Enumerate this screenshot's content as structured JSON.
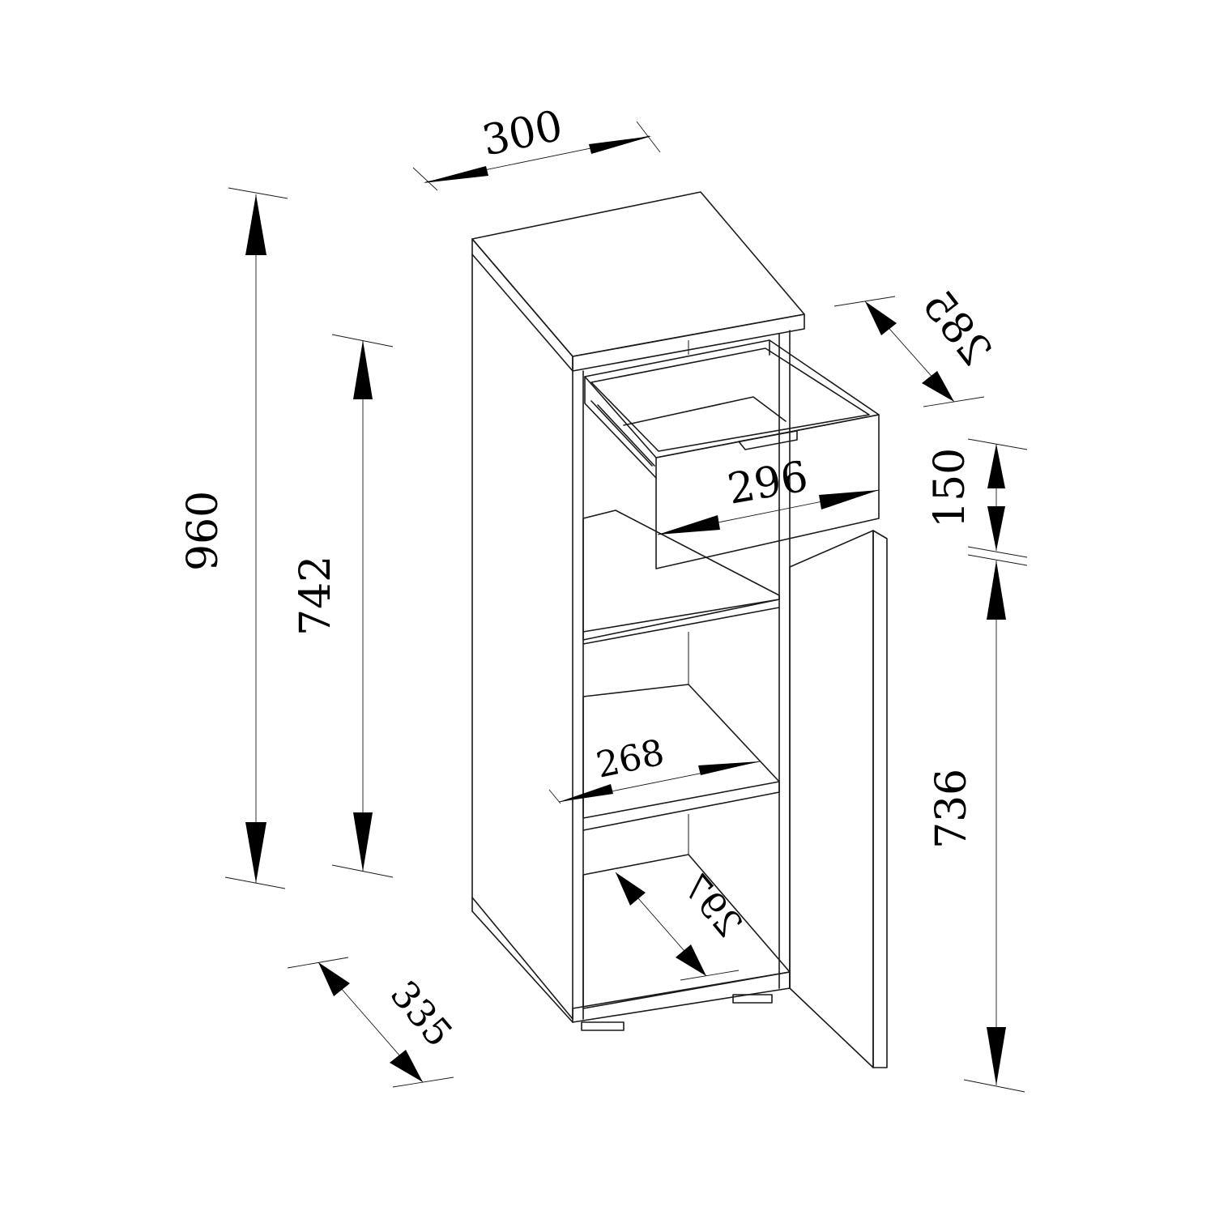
{
  "drawing": {
    "subject": "cabinet-with-drawer-shelves-and-open-door",
    "dimensions": {
      "top_width": "300",
      "top_depth": "285",
      "total_height": "960",
      "body_height": "742",
      "drawer_height": "150",
      "drawer_width": "296",
      "shelf_width": "268",
      "inner_depth": "297",
      "base_depth": "335",
      "door_height": "736"
    }
  }
}
